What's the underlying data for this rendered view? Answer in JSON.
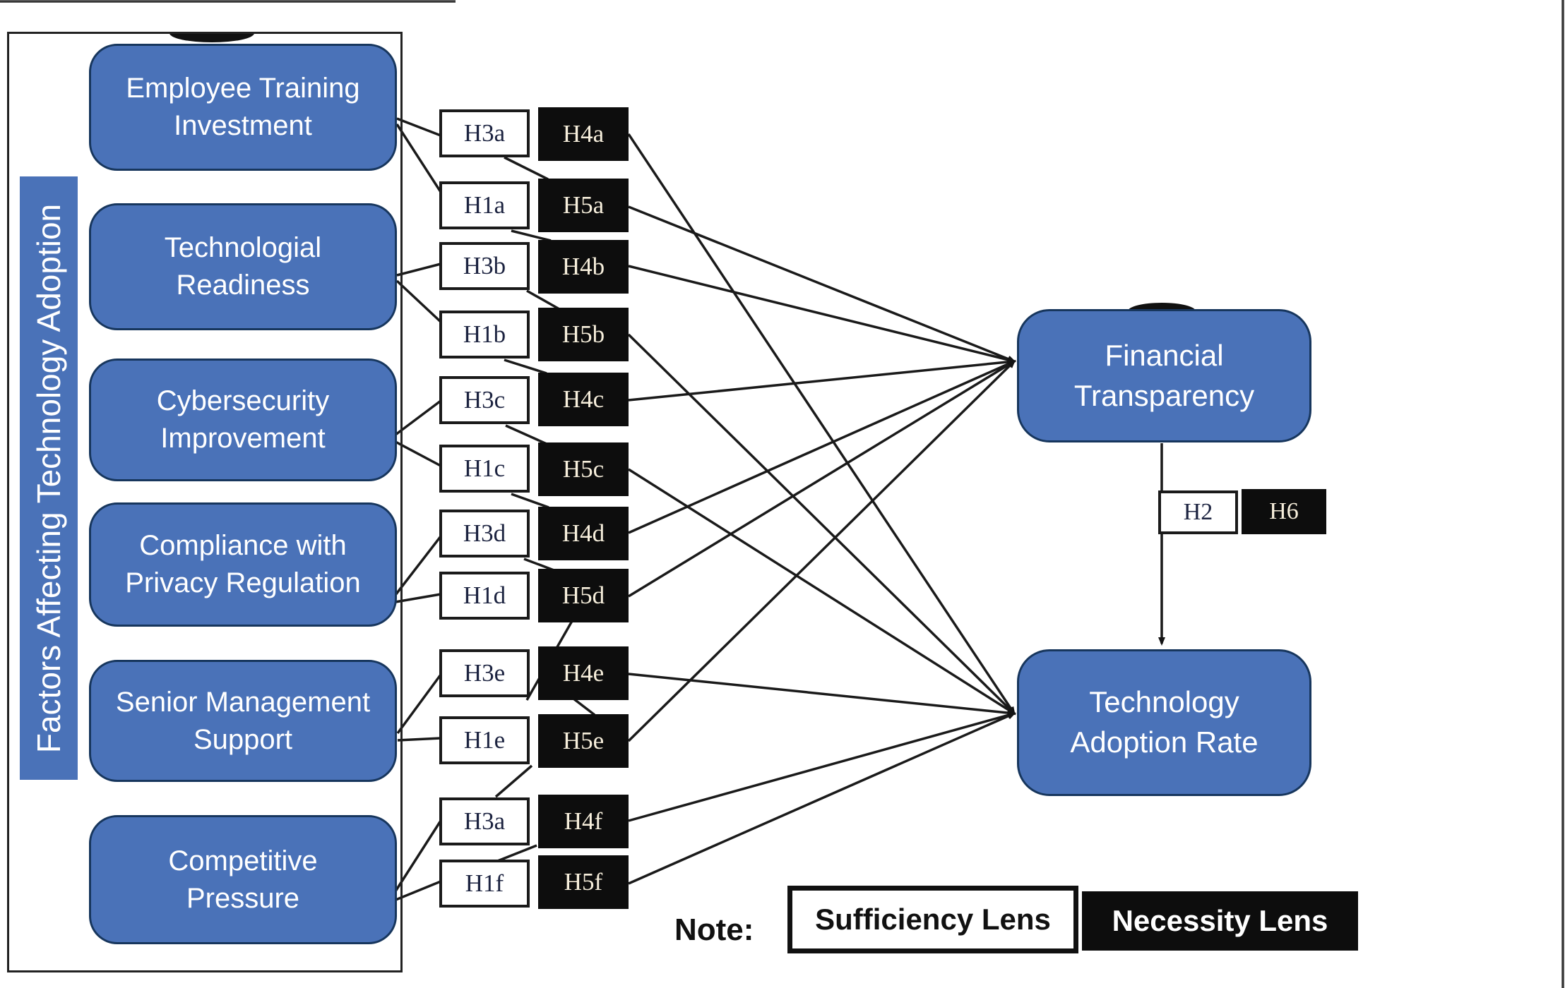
{
  "sidebar": {
    "label": "Factors Affecting Technology Adoption"
  },
  "factors": [
    {
      "label": "Employee Training\nInvestment"
    },
    {
      "label": "Technologial\nReadiness"
    },
    {
      "label": "Cybersecurity\nImprovement"
    },
    {
      "label": "Compliance with\nPrivacy Regulation"
    },
    {
      "label": "Senior Management\nSupport"
    },
    {
      "label": "Competitive\nPressure"
    }
  ],
  "pairs": [
    {
      "s": "H3a",
      "n": "H4a"
    },
    {
      "s": "H1a",
      "n": "H5a"
    },
    {
      "s": "H3b",
      "n": "H4b"
    },
    {
      "s": "H1b",
      "n": "H5b"
    },
    {
      "s": "H3c",
      "n": "H4c"
    },
    {
      "s": "H1c",
      "n": "H5c"
    },
    {
      "s": "H3d",
      "n": "H4d"
    },
    {
      "s": "H1d",
      "n": "H5d"
    },
    {
      "s": "H3e",
      "n": "H4e"
    },
    {
      "s": "H1e",
      "n": "H5e"
    },
    {
      "s": "H3a",
      "n": "H4f"
    },
    {
      "s": "H1f",
      "n": "H5f"
    }
  ],
  "outcomes": [
    {
      "label": "Financial\nTransparency"
    },
    {
      "label": "Technology\nAdoption Rate"
    }
  ],
  "mediation": {
    "sufficiency": "H2",
    "necessity": "H6"
  },
  "legend": {
    "note_label": "Note:",
    "sufficiency": "Sufficiency Lens",
    "necessity": "Necessity Lens"
  },
  "colors": {
    "box_blue": "#4a72b8",
    "box_border_navy": "#17365d",
    "necessity_black": "#0d0d0d",
    "line_black": "#1a1a1a",
    "hypothesis_text_navy": "#1c2340",
    "hypothesis_text_cream": "#f7efdc"
  }
}
